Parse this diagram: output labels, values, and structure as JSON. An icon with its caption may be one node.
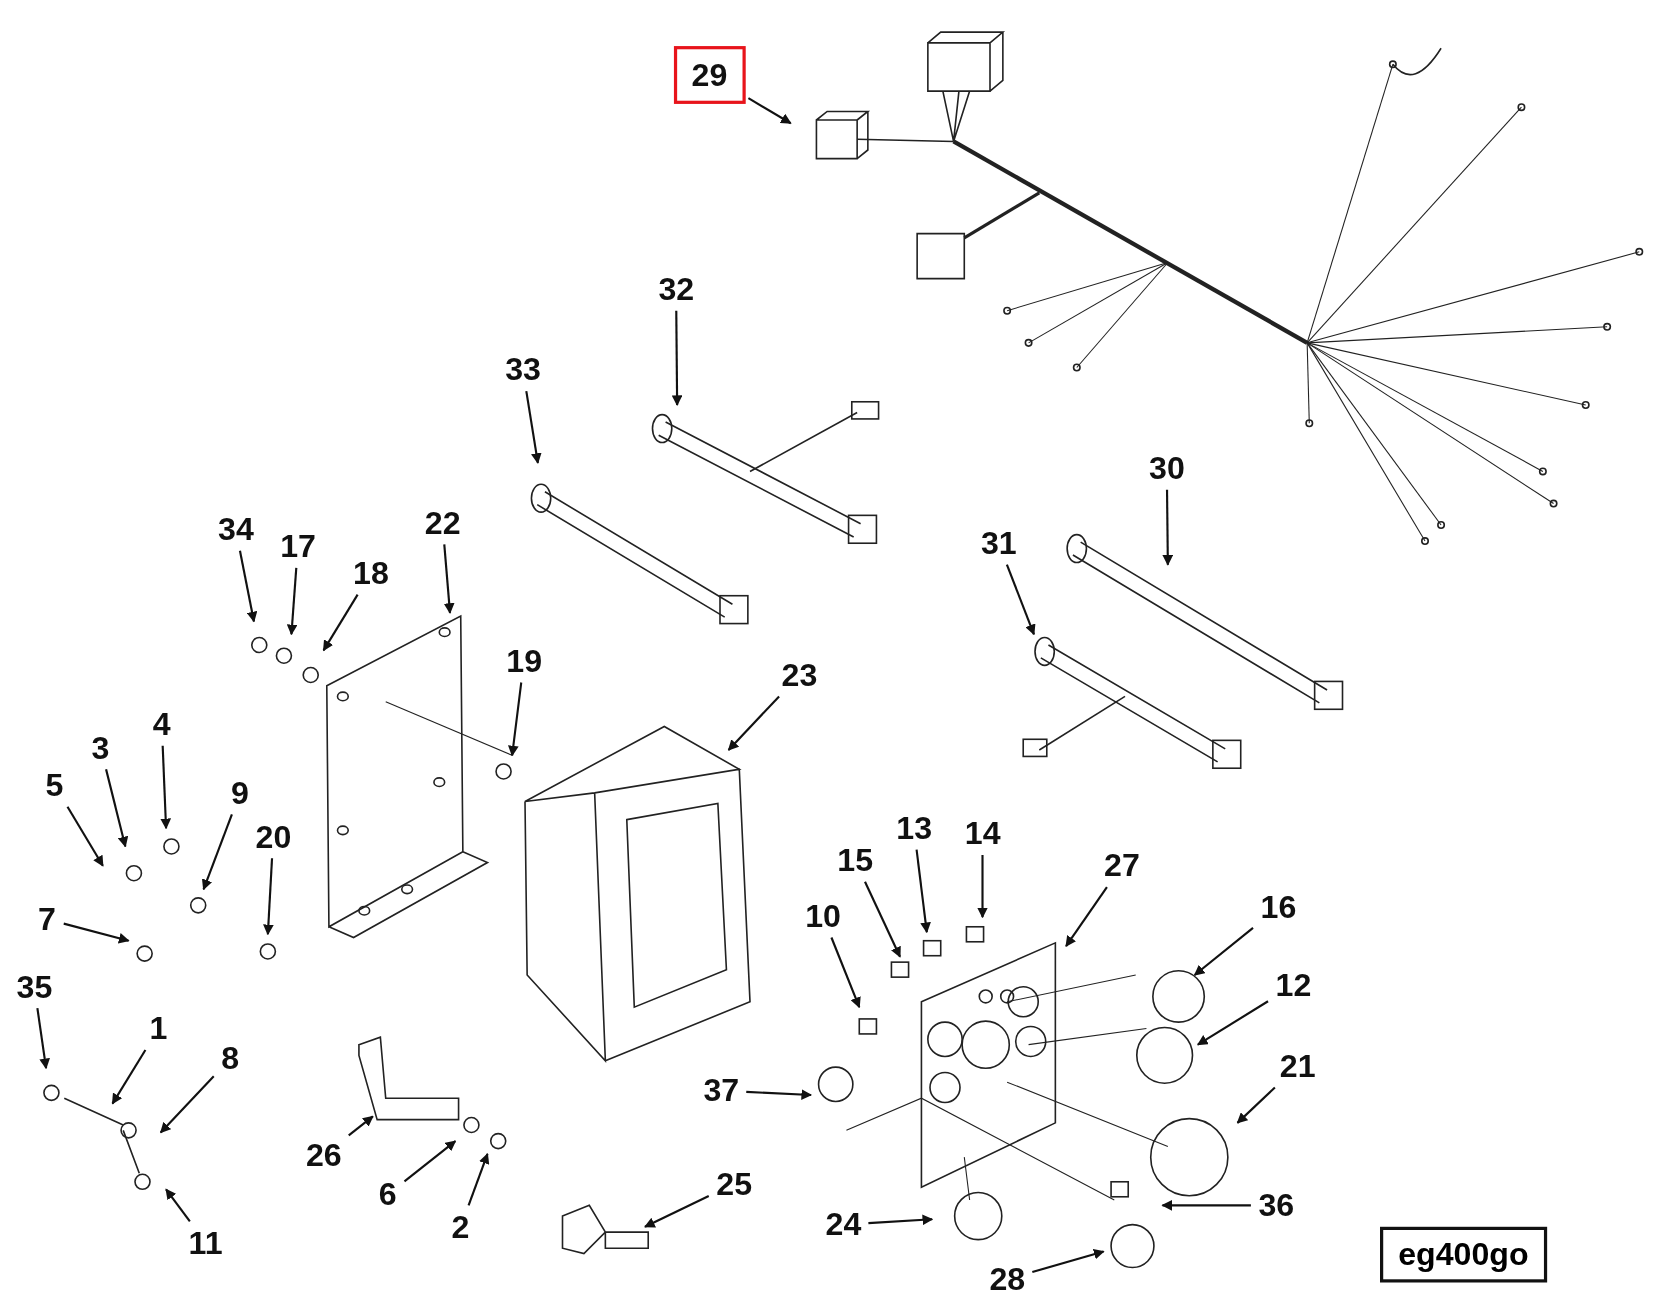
{
  "diagram": {
    "nodes": [
      {
        "text": [
          "29"
        ]
      },
      {
        "text": [
          "32"
        ]
      },
      {
        "text": [
          "33"
        ]
      },
      {
        "text": [
          "30"
        ]
      },
      {
        "text": [
          "22"
        ]
      },
      {
        "text": [
          "34"
        ]
      },
      {
        "text": [
          "31"
        ]
      },
      {
        "text": [
          "17"
        ]
      },
      {
        "text": [
          "18"
        ]
      },
      {
        "text": [
          "19"
        ]
      },
      {
        "text": [
          "23"
        ]
      },
      {
        "text": [
          "4"
        ]
      },
      {
        "text": [
          "3"
        ]
      },
      {
        "text": [
          "5"
        ]
      },
      {
        "text": [
          "9"
        ]
      },
      {
        "text": [
          "13"
        ]
      },
      {
        "text": [
          "14"
        ]
      },
      {
        "text": [
          "20"
        ]
      },
      {
        "text": [
          "15"
        ]
      },
      {
        "text": [
          "27"
        ]
      },
      {
        "text": [
          "7"
        ]
      },
      {
        "text": [
          "16"
        ]
      },
      {
        "text": [
          "10"
        ]
      },
      {
        "text": [
          "12"
        ]
      },
      {
        "text": [
          "35"
        ]
      },
      {
        "text": [
          "1"
        ]
      },
      {
        "text": [
          "8"
        ]
      },
      {
        "text": [
          "21"
        ]
      },
      {
        "text": [
          "37"
        ]
      },
      {
        "text": [
          "26"
        ]
      },
      {
        "text": [
          "25"
        ]
      },
      {
        "text": [
          "6"
        ]
      },
      {
        "text": [
          "36"
        ]
      },
      {
        "text": [
          "24"
        ]
      },
      {
        "text": [
          "2"
        ]
      },
      {
        "text": [
          "11"
        ]
      },
      {
        "text": [
          "28"
        ]
      }
    ],
    "edges": [
      {
        "from": 0,
        "to": null,
        "arrow": "to"
      },
      {
        "from": 1,
        "to": null,
        "arrow": "to"
      },
      {
        "from": 2,
        "to": null,
        "arrow": "to"
      },
      {
        "from": 3,
        "to": null,
        "arrow": "to"
      },
      {
        "from": 4,
        "to": null,
        "arrow": "to"
      },
      {
        "from": 5,
        "to": null,
        "arrow": "to"
      },
      {
        "from": 6,
        "to": null,
        "arrow": "to"
      },
      {
        "from": 7,
        "to": null,
        "arrow": "to"
      },
      {
        "from": 8,
        "to": null,
        "arrow": "to"
      },
      {
        "from": 9,
        "to": null,
        "arrow": "to"
      },
      {
        "from": 10,
        "to": null,
        "arrow": "to"
      },
      {
        "from": 11,
        "to": null,
        "arrow": "to"
      },
      {
        "from": 12,
        "to": null,
        "arrow": "to"
      },
      {
        "from": 13,
        "to": null,
        "arrow": "to"
      },
      {
        "from": 14,
        "to": null,
        "arrow": "to"
      },
      {
        "from": 15,
        "to": null,
        "arrow": "to"
      },
      {
        "from": 16,
        "to": null,
        "arrow": "to"
      },
      {
        "from": 17,
        "to": null,
        "arrow": "to"
      },
      {
        "from": 18,
        "to": null,
        "arrow": "to"
      },
      {
        "from": 19,
        "to": null,
        "arrow": "to"
      },
      {
        "from": 20,
        "to": null,
        "arrow": "to"
      },
      {
        "from": 21,
        "to": null,
        "arrow": "to"
      },
      {
        "from": 22,
        "to": null,
        "arrow": "to"
      },
      {
        "from": 23,
        "to": null,
        "arrow": "to"
      },
      {
        "from": 24,
        "to": null,
        "arrow": "to"
      },
      {
        "from": 25,
        "to": null,
        "arrow": "to"
      },
      {
        "from": 26,
        "to": null,
        "arrow": "to"
      },
      {
        "from": 27,
        "to": null,
        "arrow": "to"
      },
      {
        "from": 28,
        "to": null,
        "arrow": "to"
      },
      {
        "from": 29,
        "to": null,
        "arrow": "to"
      },
      {
        "from": 30,
        "to": null,
        "arrow": "to"
      },
      {
        "from": 31,
        "to": null,
        "arrow": "to"
      },
      {
        "from": 32,
        "to": null,
        "arrow": "to"
      },
      {
        "from": 33,
        "to": null,
        "arrow": "to"
      },
      {
        "from": 34,
        "to": null,
        "arrow": "to"
      },
      {
        "from": 35,
        "to": null,
        "arrow": "to"
      },
      {
        "from": 36,
        "to": null,
        "arrow": "to"
      }
    ],
    "labels": [
      "eg400go"
    ]
  }
}
